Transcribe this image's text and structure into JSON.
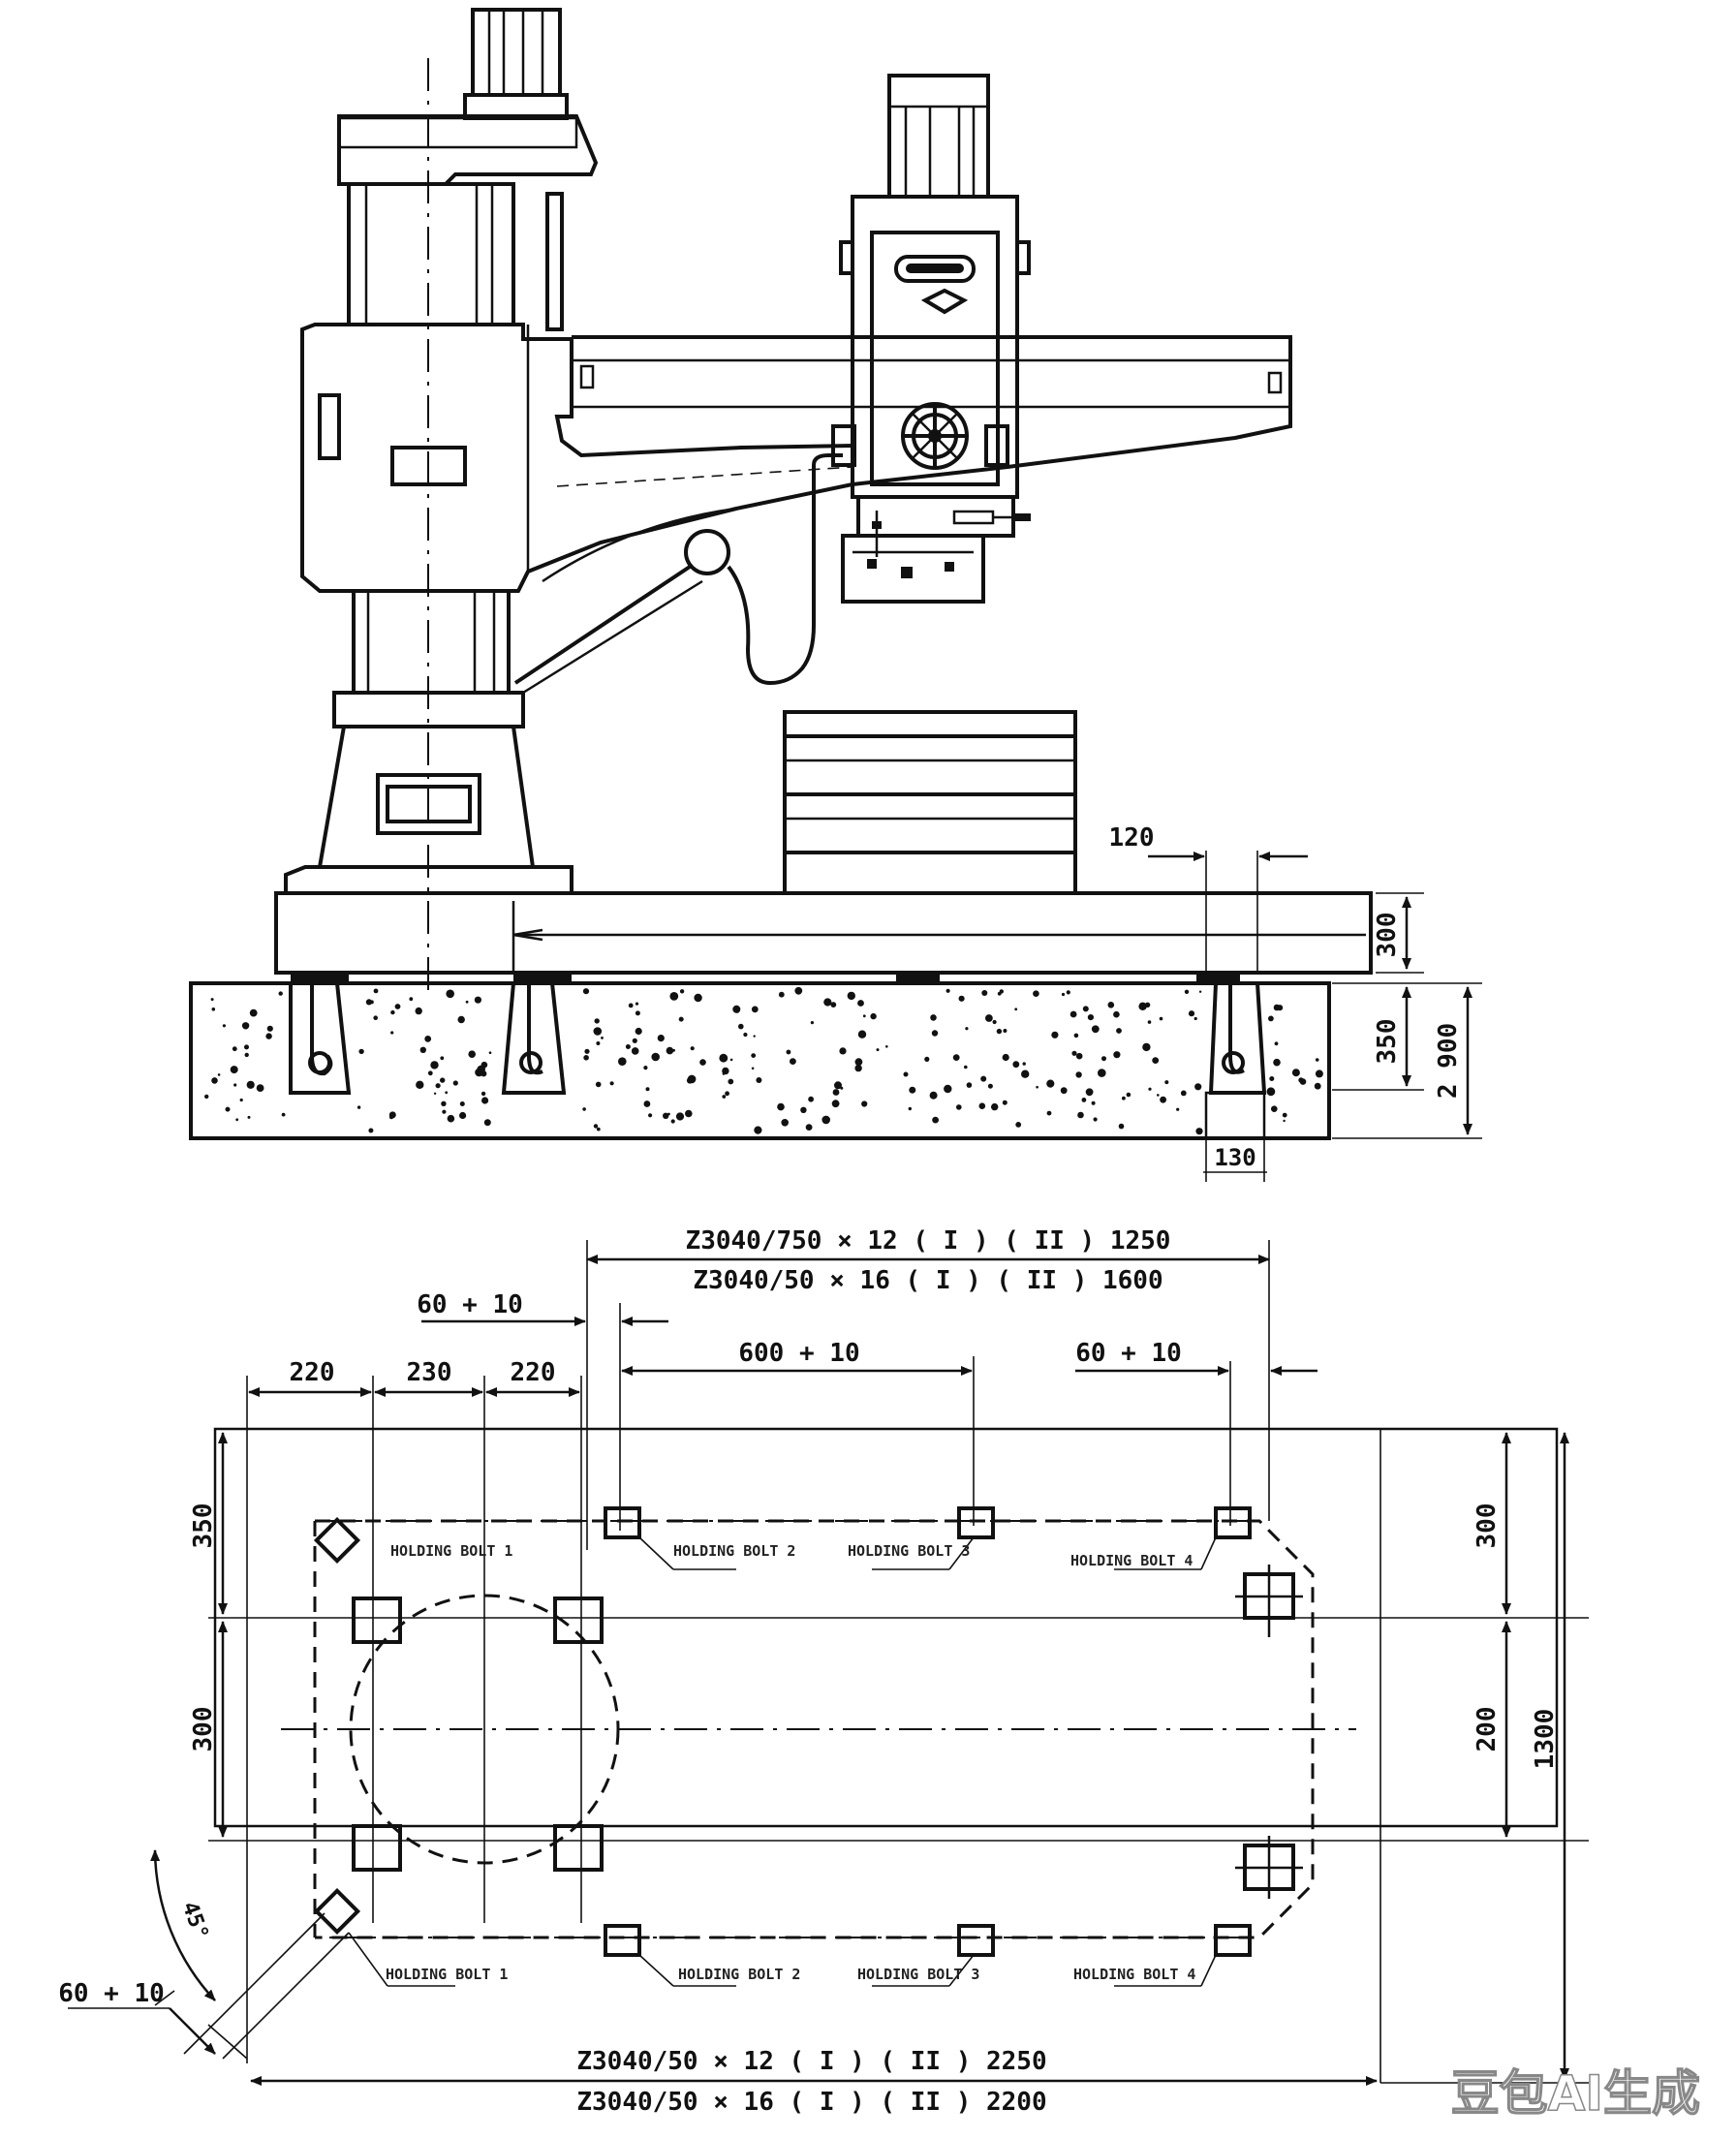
{
  "side_view": {
    "dims": {
      "projection": "120",
      "base_height": "300",
      "foundation_depth": "350",
      "total_depth": "2 900",
      "bolt_width": "130"
    }
  },
  "plan_view": {
    "top_span": [
      "Z3040/750 × 12 ( I ) ( II ) 1250",
      "Z3040/50 × 16 ( I ) ( II ) 1600"
    ],
    "bottom_span": [
      "Z3040/50 × 12 ( I )  ( II ) 2250",
      "Z3040/50 × 16 ( I )  ( II ) 2200"
    ],
    "offset_left": "60 + 10",
    "offset_mid": "600 + 10",
    "offset_right": "60 + 10",
    "offset_diag": "60 + 10",
    "angle": "45°",
    "col_dims": [
      "220",
      "230",
      "220"
    ],
    "left_dims": [
      "350",
      "300"
    ],
    "right_dims": [
      "300",
      "200",
      "1300"
    ],
    "hole_labels": {
      "top": [
        "HOLDING BOLT 1",
        "HOLDING BOLT 2",
        "HOLDING BOLT 3",
        "HOLDING BOLT 4"
      ],
      "bottom": [
        "HOLDING BOLT 1",
        "HOLDING BOLT 2",
        "HOLDING BOLT 3",
        "HOLDING BOLT 4"
      ]
    }
  },
  "watermark": "豆包AI生成"
}
